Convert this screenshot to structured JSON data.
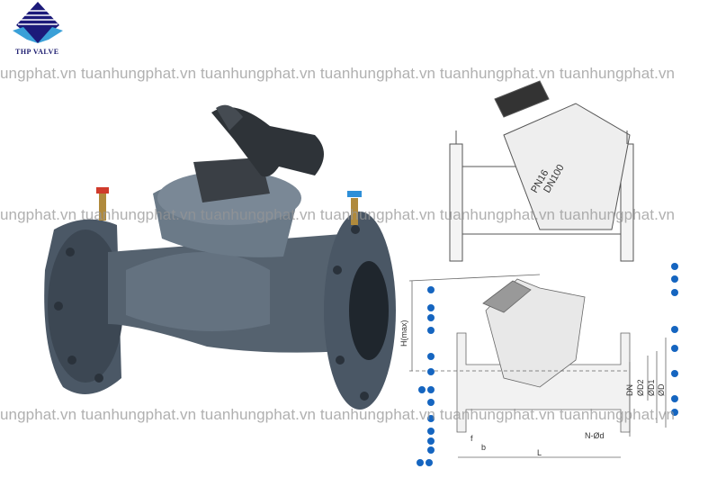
{
  "logo": {
    "text": "THP VALVE",
    "colors": {
      "navy": "#1c1a7a",
      "cyan": "#3aa0d8"
    }
  },
  "watermark": {
    "text": "ungphat.vn tuanhungphat.vn tuanhungphat.vn tuanhungphat.vn tuanhungphat.vn tuanhungphat.vn"
  },
  "drawing_top": {
    "body_mark_1": "DN100",
    "body_mark_2": "PN16"
  },
  "drawing_section": {
    "labels": {
      "height": "H(max)",
      "dn": "DN",
      "d2": "ØD2",
      "d1": "ØD1",
      "d": "ØD",
      "bolt": "N-Ød",
      "f": "f",
      "b": "b",
      "length": "L"
    },
    "callout_color": "#1565c0"
  }
}
